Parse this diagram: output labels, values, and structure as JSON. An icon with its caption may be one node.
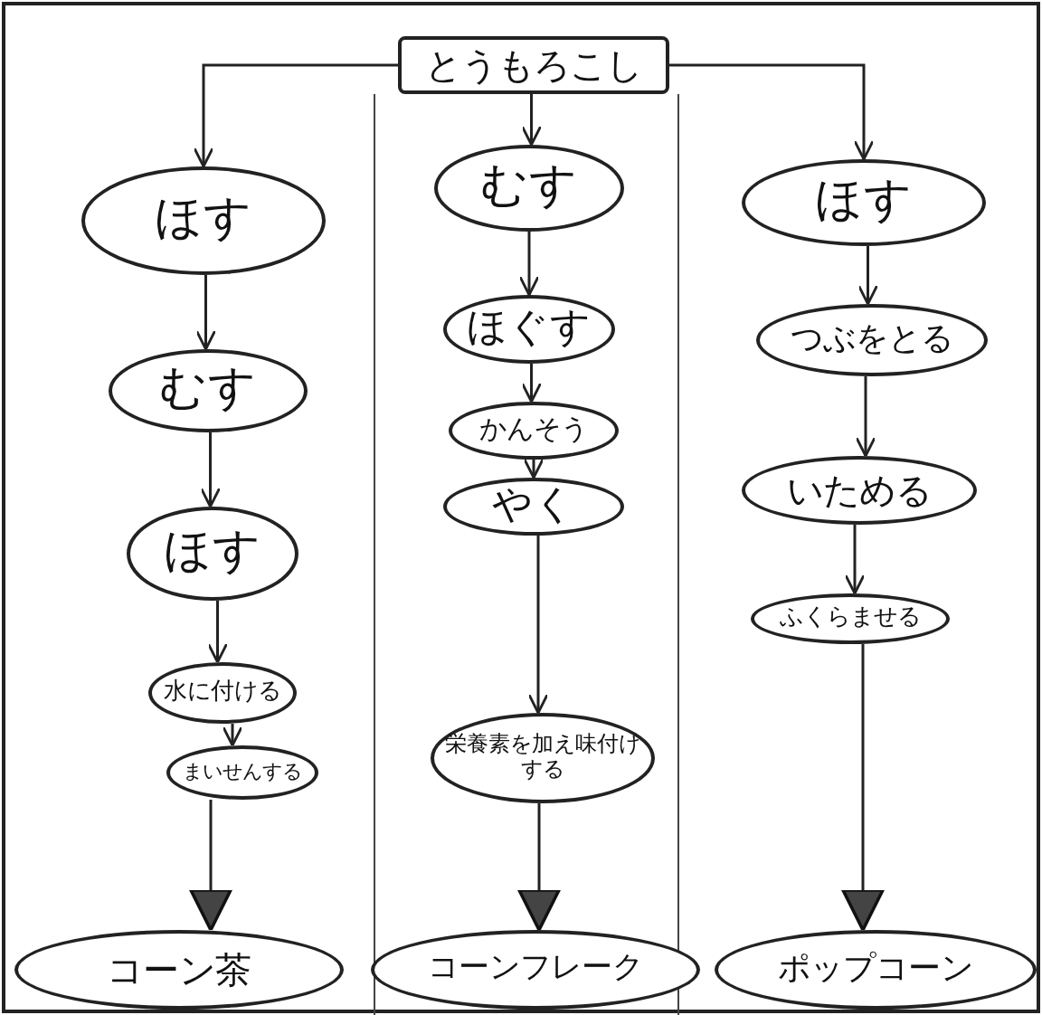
{
  "diagram": {
    "nodes": [
      {
        "text": [
          "とうもろこし"
        ]
      },
      {
        "text": [
          "ほす"
        ]
      },
      {
        "text": [
          "むす"
        ]
      },
      {
        "text": [
          "ほす"
        ]
      },
      {
        "text": [
          "水に付ける"
        ]
      },
      {
        "text": [
          "まいせんする"
        ]
      },
      {
        "text": [
          "コーン茶"
        ]
      },
      {
        "text": [
          "むす"
        ]
      },
      {
        "text": [
          "ほぐす"
        ]
      },
      {
        "text": [
          "かんそう"
        ]
      },
      {
        "text": [
          "やく"
        ]
      },
      {
        "text": [
          "栄養素を加え味付けする"
        ]
      },
      {
        "text": [
          "コーンフレーク"
        ]
      },
      {
        "text": [
          "ほす"
        ]
      },
      {
        "text": [
          "つぶをとる"
        ]
      },
      {
        "text": [
          "いためる"
        ]
      },
      {
        "text": [
          "ふくらませる"
        ]
      },
      {
        "text": [
          "ポップコーン"
        ]
      }
    ],
    "edges": [
      {
        "from": 0,
        "to": 1,
        "arrow": "to"
      },
      {
        "from": 0,
        "to": 7,
        "arrow": "to"
      },
      {
        "from": 0,
        "to": 13,
        "arrow": "to"
      },
      {
        "from": 1,
        "to": 2,
        "arrow": "to"
      },
      {
        "from": 2,
        "to": 3,
        "arrow": "to"
      },
      {
        "from": 3,
        "to": 4,
        "arrow": "to"
      },
      {
        "from": 4,
        "to": 5,
        "arrow": "to"
      },
      {
        "from": 5,
        "to": 6,
        "arrow": "to"
      },
      {
        "from": 7,
        "to": 8,
        "arrow": "to"
      },
      {
        "from": 8,
        "to": 9,
        "arrow": "to"
      },
      {
        "from": 9,
        "to": 10,
        "arrow": "to"
      },
      {
        "from": 10,
        "to": 11,
        "arrow": "to"
      },
      {
        "from": 11,
        "to": 12,
        "arrow": "to"
      },
      {
        "from": 13,
        "to": 14,
        "arrow": "to"
      },
      {
        "from": 14,
        "to": 15,
        "arrow": "to"
      },
      {
        "from": 15,
        "to": 16,
        "arrow": "to"
      },
      {
        "from": 16,
        "to": 17,
        "arrow": "to"
      }
    ]
  }
}
